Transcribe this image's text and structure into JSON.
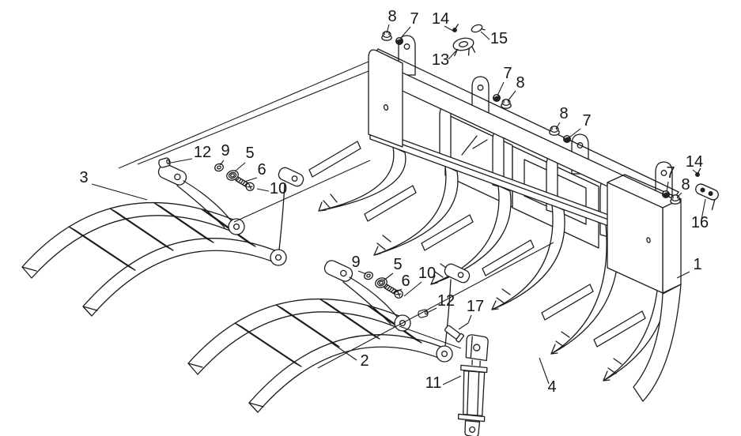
{
  "figure": {
    "kind": "exploded-parts-diagram",
    "subject": "loader grapple rake attachment",
    "background_color": "#ffffff",
    "line_color": "#1c1c1c",
    "part_numbers_shown": [
      "1",
      "2",
      "3",
      "4",
      "5",
      "6",
      "7",
      "8",
      "9",
      "10",
      "11",
      "12",
      "13",
      "14",
      "15",
      "16",
      "17"
    ]
  },
  "callouts": [
    {
      "label": "8"
    },
    {
      "label": "7"
    },
    {
      "label": "14"
    },
    {
      "label": "15"
    },
    {
      "label": "13"
    },
    {
      "label": "7"
    },
    {
      "label": "8"
    },
    {
      "label": "8"
    },
    {
      "label": "7"
    },
    {
      "label": "14"
    },
    {
      "label": "7"
    },
    {
      "label": "8"
    },
    {
      "label": "16"
    },
    {
      "label": "3"
    },
    {
      "label": "12"
    },
    {
      "label": "9"
    },
    {
      "label": "5"
    },
    {
      "label": "6"
    },
    {
      "label": "10"
    },
    {
      "label": "9"
    },
    {
      "label": "5"
    },
    {
      "label": "10"
    },
    {
      "label": "6"
    },
    {
      "label": "12"
    },
    {
      "label": "17"
    },
    {
      "label": "1"
    },
    {
      "label": "2"
    },
    {
      "label": "11"
    },
    {
      "label": "4"
    }
  ]
}
